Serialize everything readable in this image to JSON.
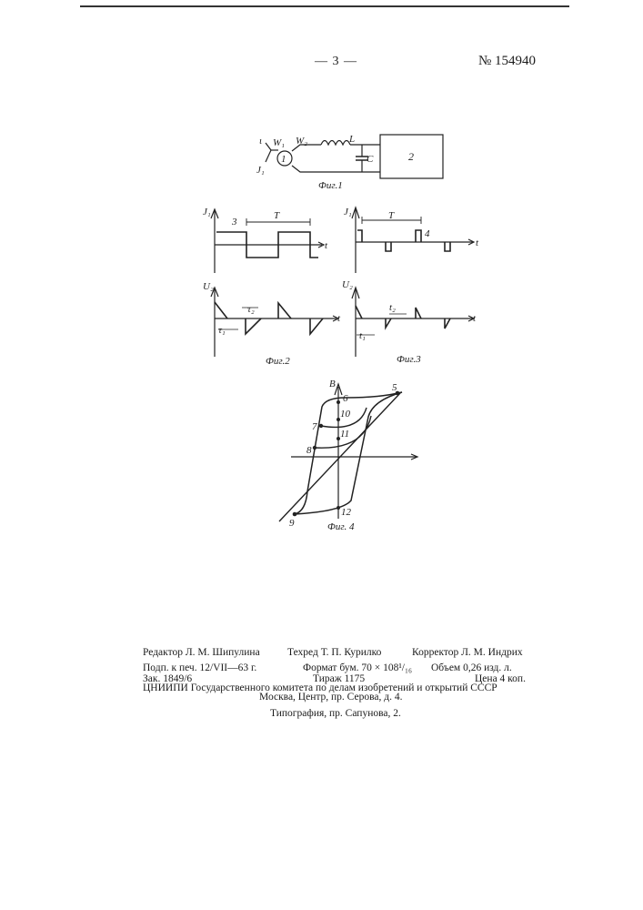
{
  "header": {
    "page": "— 3 —",
    "patent_number": "№ 154940"
  },
  "fig1": {
    "caption": "Фиг.1",
    "labels": {
      "i": "ι",
      "w1": "W₁",
      "w2": "W₂",
      "l": "L",
      "c": "C",
      "j1": "J₁",
      "n1": "1",
      "n2": "2"
    }
  },
  "fig2": {
    "caption": "Фиг.2",
    "labels": {
      "j1": "J₁",
      "u2": "U₂",
      "n3": "3",
      "T": "T",
      "t": "t",
      "t_u": "t",
      "tau1": "τ₁",
      "tau2": "τ₂"
    }
  },
  "fig3": {
    "caption": "Фиг.3",
    "labels": {
      "j1": "J₁",
      "u2": "U₂",
      "n4": "4",
      "T": "T",
      "t": "t",
      "t_u": "t",
      "t1": "t₁",
      "t2": "t₂"
    }
  },
  "fig4": {
    "caption": "Фиг. 4",
    "labels": {
      "B": "B",
      "n5": "5",
      "n6": "6",
      "n7": "7",
      "n8": "8",
      "n9": "9",
      "n10": "10",
      "n11": "11",
      "n12": "12"
    }
  },
  "imprint": {
    "editor": "Редактор Л. М. Шипулина",
    "techred": "Техред Т. П. Курилко",
    "corrector": "Корректор Л. М. Индрих",
    "signed": "Подп. к печ. 12/VII—63 г.",
    "format": "Формат бум. 70 × 108¹/₁₆",
    "volume": "Объем 0,26 изд. л.",
    "order": "Зак. 1849/6",
    "print_run": "Тираж 1175",
    "price": "Цена 4 коп.",
    "institute": "ЦНИИПИ Государственного комитета по делам изобретений и открытий СССР",
    "address": "Москва, Центр, пр. Серова, д. 4.",
    "printer": "Типография, пр. Сапунова, 2."
  }
}
